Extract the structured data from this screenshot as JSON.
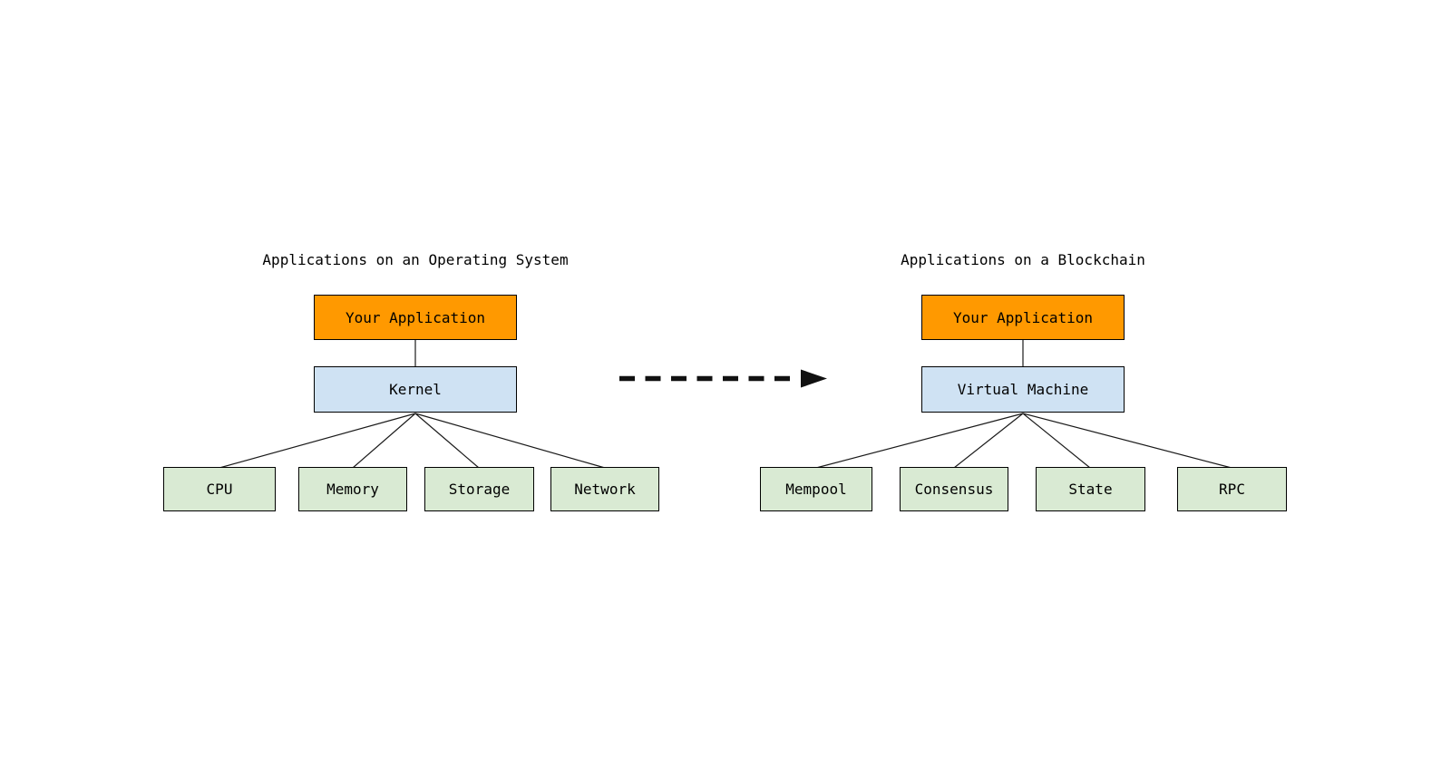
{
  "diagrams": {
    "left": {
      "title": "Applications on an Operating System",
      "top_box": "Your Application",
      "middle_box": "Kernel",
      "children": [
        "CPU",
        "Memory",
        "Storage",
        "Network"
      ]
    },
    "right": {
      "title": "Applications on a Blockchain",
      "top_box": "Your Application",
      "middle_box": "Virtual Machine",
      "children": [
        "Mempool",
        "Consensus",
        "State",
        "RPC"
      ]
    }
  },
  "arrow": {
    "style": "dashed",
    "direction": "right"
  },
  "colors": {
    "top_box_fill": "#FF9900",
    "middle_box_fill": "#CFE2F3",
    "child_box_fill": "#D9EAD3",
    "box_border": "#000000",
    "connector_line": "#1A1A1A",
    "arrow": "#111111",
    "text": "#000000",
    "background": "#FFFFFF"
  }
}
